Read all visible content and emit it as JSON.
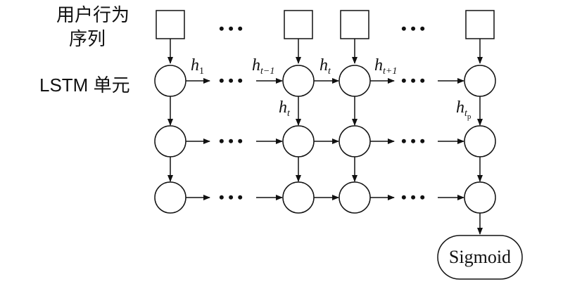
{
  "labels": {
    "sequence_line1": "用户行为",
    "sequence_line2": "序列",
    "lstm": "LSTM 单元",
    "output": "Sigmoid",
    "ellipsis": "• • •"
  },
  "hidden_states": {
    "h1": {
      "base": "h",
      "sub": "1"
    },
    "h_t_minus_1": {
      "base": "h",
      "sub": "t−1"
    },
    "h_t": {
      "base": "h",
      "sub": "t"
    },
    "h_t_plus_1": {
      "base": "h",
      "sub": "t+1"
    },
    "h_t_down": {
      "base": "h",
      "sub": "t"
    },
    "h_tp": {
      "base": "h",
      "sub": "t",
      "subsub": "p"
    }
  },
  "colors": {
    "stroke": "#111111",
    "fill": "#ffffff"
  }
}
